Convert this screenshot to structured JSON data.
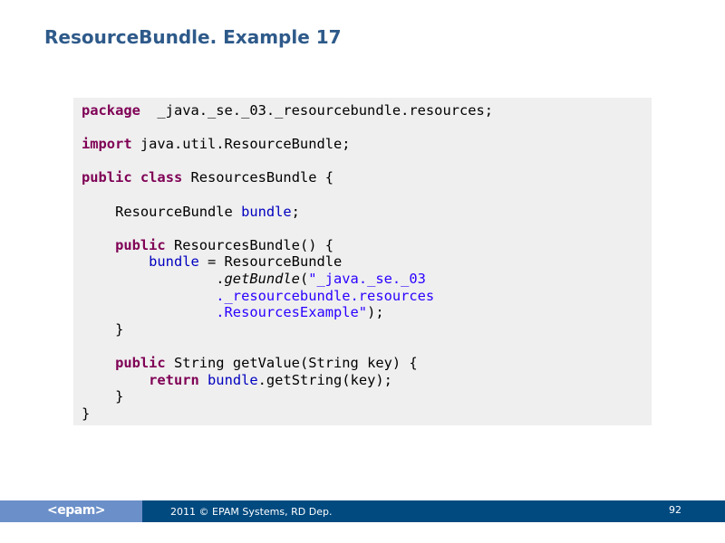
{
  "slide": {
    "title": "ResourceBundle. Example 17",
    "code_lines": [
      [
        [
          "kw",
          "package"
        ],
        [
          "",
          "  _java._se._03._resourcebundle.resources;"
        ]
      ],
      [],
      [
        [
          "kw",
          "import"
        ],
        [
          "",
          " java.util.ResourceBundle;"
        ]
      ],
      [],
      [
        [
          "kw",
          "public"
        ],
        [
          "",
          " "
        ],
        [
          "kw",
          "class"
        ],
        [
          "",
          " ResourcesBundle {"
        ]
      ],
      [],
      [
        [
          "",
          "    ResourceBundle "
        ],
        [
          "field",
          "bundle"
        ],
        [
          "",
          ";"
        ]
      ],
      [],
      [
        [
          "",
          "    "
        ],
        [
          "kw",
          "public"
        ],
        [
          "",
          " ResourcesBundle() {"
        ]
      ],
      [
        [
          "",
          "        "
        ],
        [
          "field",
          "bundle"
        ],
        [
          "",
          " = ResourceBundle"
        ]
      ],
      [
        [
          "",
          "                ."
        ],
        [
          "ital",
          "getBundle"
        ],
        [
          "",
          "("
        ],
        [
          "str",
          "\"_java._se._03"
        ]
      ],
      [
        [
          "",
          "                "
        ],
        [
          "str",
          "._resourcebundle.resources"
        ]
      ],
      [
        [
          "",
          "                "
        ],
        [
          "str",
          ".ResourcesExample\""
        ],
        [
          "",
          ");"
        ]
      ],
      [
        [
          "",
          "    }"
        ]
      ],
      [],
      [
        [
          "",
          "    "
        ],
        [
          "kw",
          "public"
        ],
        [
          "",
          " String getValue(String key) {"
        ]
      ],
      [
        [
          "",
          "        "
        ],
        [
          "kw",
          "return"
        ],
        [
          "",
          " "
        ],
        [
          "field",
          "bundle"
        ],
        [
          "",
          ".getString(key);"
        ]
      ],
      [
        [
          "",
          "    }"
        ]
      ],
      [
        [
          "",
          "}"
        ]
      ]
    ]
  },
  "footer": {
    "logo": "<epam>",
    "copyright": "2011 © EPAM Systems, RD Dep.",
    "page_number": "92"
  },
  "colors": {
    "title": "#2e5a8a",
    "keyword": "#7f0055",
    "field": "#0000c0",
    "string": "#2a00ff",
    "footer_dark": "#004a80",
    "footer_light": "#6b8fc8"
  }
}
